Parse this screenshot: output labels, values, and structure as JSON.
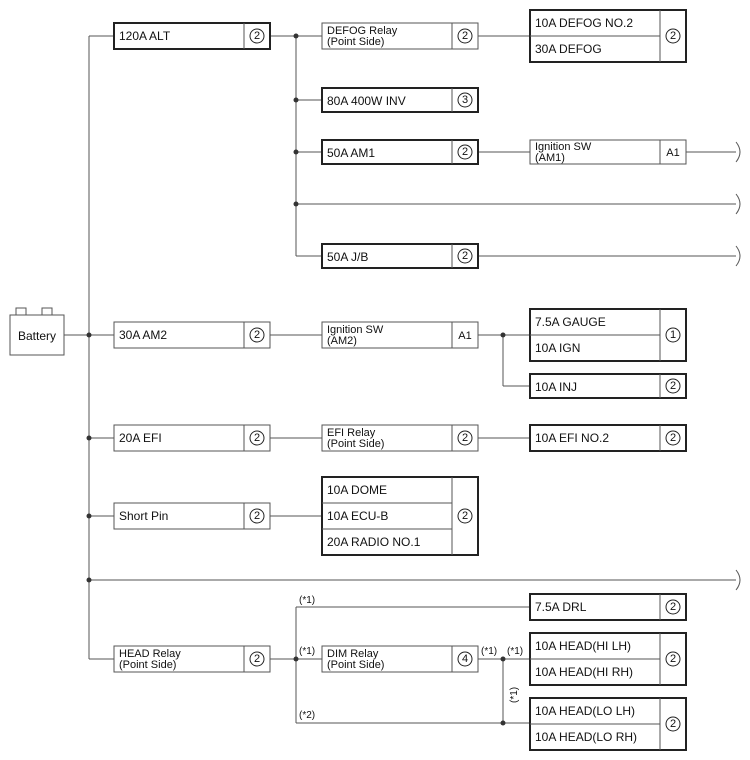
{
  "battery": {
    "label": "Battery"
  },
  "fuses": {
    "alt": {
      "label": "120A ALT",
      "pin": "2"
    },
    "am2": {
      "label": "30A AM2",
      "pin": "2"
    },
    "efi": {
      "label": "20A EFI",
      "pin": "2"
    },
    "short_pin": {
      "label": "Short Pin",
      "pin": "2"
    },
    "head_relay": {
      "line1": "HEAD Relay",
      "line2": "(Point Side)",
      "pin": "2"
    }
  },
  "alt_branch": {
    "defog_relay": {
      "line1": "DEFOG Relay",
      "line2": "(Point Side)",
      "pin": "2"
    },
    "defog_group": {
      "items": [
        "10A DEFOG NO.2",
        "30A DEFOG"
      ],
      "pin": "2"
    },
    "inv": {
      "label": "80A 400W INV",
      "pin": "3"
    },
    "am1": {
      "label": "50A AM1",
      "pin": "2"
    },
    "ign_am1": {
      "line1": "Ignition SW",
      "line2": "(AM1)",
      "pin": "A1"
    },
    "jb": {
      "label": "50A J/B",
      "pin": "2"
    }
  },
  "am2_branch": {
    "ign_am2": {
      "line1": "Ignition SW",
      "line2": "(AM2)",
      "pin": "A1"
    },
    "gauge_group": {
      "items": [
        "7.5A GAUGE",
        "10A IGN"
      ],
      "pin": "1"
    },
    "inj": {
      "label": "10A INJ",
      "pin": "2"
    }
  },
  "efi_branch": {
    "efi_relay": {
      "line1": "EFI Relay",
      "line2": "(Point Side)",
      "pin": "2"
    },
    "efi_no2": {
      "label": "10A EFI NO.2",
      "pin": "2"
    }
  },
  "short_pin_branch": {
    "group": {
      "items": [
        "10A DOME",
        "10A ECU-B",
        "20A RADIO NO.1"
      ],
      "pin": "2"
    }
  },
  "head_branch": {
    "drl": {
      "label": "7.5A DRL",
      "pin": "2"
    },
    "dim_relay": {
      "line1": "DIM Relay",
      "line2": "(Point Side)",
      "pin": "4"
    },
    "head_hi": {
      "items": [
        "10A HEAD(HI LH)",
        "10A HEAD(HI RH)"
      ],
      "pin": "2"
    },
    "head_lo": {
      "items": [
        "10A HEAD(LO LH)",
        "10A HEAD(LO RH)"
      ],
      "pin": "2"
    },
    "notes": {
      "n1_top": "(*1)",
      "n1_left": "(*1)",
      "n1_right": "(*1)",
      "n1_right2": "(*1)",
      "n1_vert": "(*1)",
      "n2": "(*2)"
    }
  }
}
